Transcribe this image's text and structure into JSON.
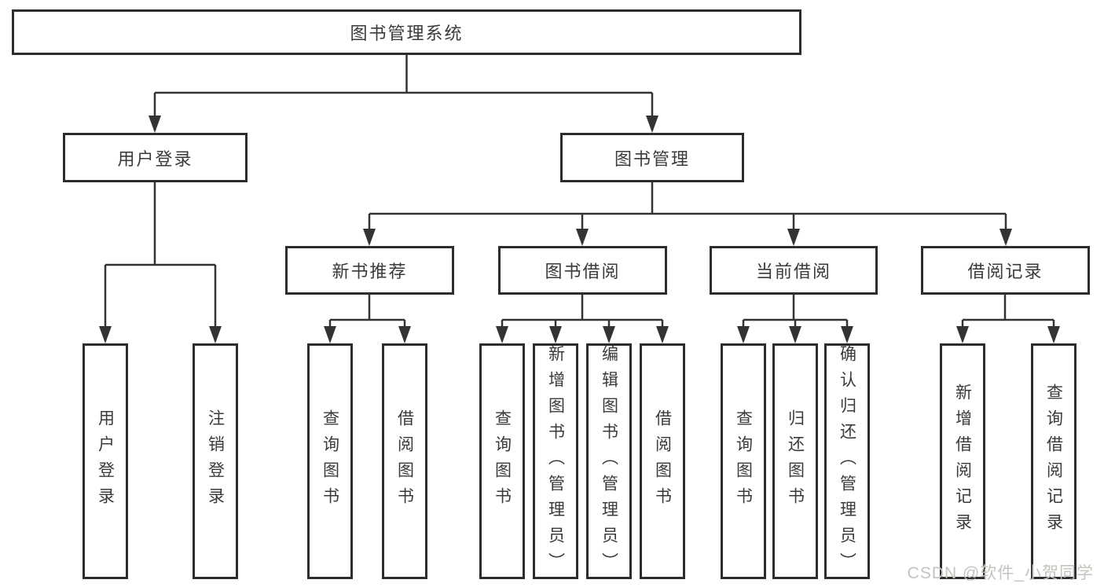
{
  "title": {
    "label": "图书管理系统"
  },
  "level2": {
    "user_login": "用户登录",
    "book_mgmt": "图书管理"
  },
  "level3": {
    "new_books": "新书推荐",
    "book_borrow": "图书借阅",
    "current_borrow": "当前借阅",
    "borrow_records": "借阅记录"
  },
  "leaves": {
    "user": [
      "用户登录",
      "注销登录"
    ],
    "recommend": [
      "查询图书",
      "借阅图书"
    ],
    "borrow": [
      "查询图书",
      "新增图书（管理员）",
      "编辑图书（管理员）",
      "借阅图书"
    ],
    "current": [
      "查询图书",
      "归还图书",
      "确认归还（管理员）"
    ],
    "records": [
      "新增借阅记录",
      "查询借阅记录"
    ]
  },
  "watermark": "CSDN @软件_小贺同学",
  "colors": {
    "line": "#333333",
    "border": "#2d2d2d",
    "text": "#3a3a3a",
    "watermark": "#c6c2be",
    "background": "#ffffff"
  }
}
